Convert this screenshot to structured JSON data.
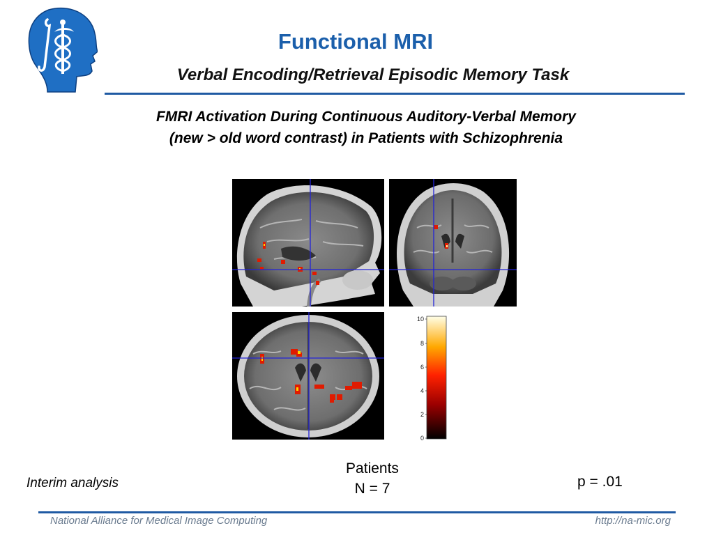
{
  "slide": {
    "title": "Functional MRI",
    "subtitle": "Verbal Encoding/Retrieval Episodic Memory Task",
    "heading_line1": "FMRI Activation During Continuous Auditory-Verbal Memory",
    "heading_line2": "(new > old word contrast) in Patients with Schizophrenia",
    "patients_label": "Patients",
    "patients_n": "N = 7",
    "interim": "Interim analysis",
    "p_value": "p = .01"
  },
  "colorbar": {
    "ticks": [
      "10",
      "8",
      "6",
      "4",
      "2",
      "0"
    ]
  },
  "footer": {
    "left": "National Alliance for Medical Image Computing",
    "right": "http://na-mic.org"
  },
  "colors": {
    "title_blue": "#1b5fab",
    "rule_blue": "#1f5aa3",
    "footer_gray": "#6a7b8f",
    "logo_blue": "#1f6fc4"
  }
}
